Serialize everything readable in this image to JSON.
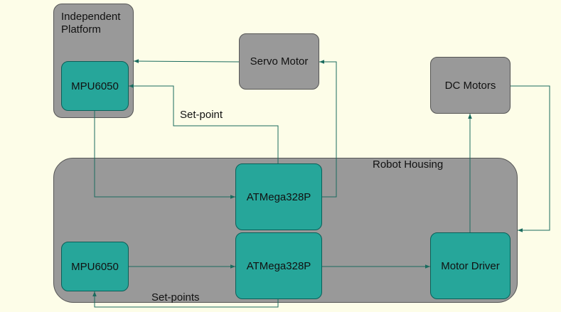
{
  "containers": {
    "independent_platform": "Independent\nPlatform",
    "robot_housing": "Robot Housing"
  },
  "nodes": {
    "mpu_top": "MPU6050",
    "servo_motor": "Servo Motor",
    "dc_motors": "DC Motors",
    "atmega_top": "ATMega328P",
    "mpu_bottom": "MPU6050",
    "atmega_bottom": "ATMega328P",
    "motor_driver": "Motor Driver"
  },
  "edge_labels": {
    "set_point": "Set-point",
    "set_points": "Set-points"
  },
  "colors": {
    "background": "#fdfde8",
    "gray_box": "#999999",
    "teal_box": "#26a69a",
    "connector": "#1a6b5e"
  }
}
